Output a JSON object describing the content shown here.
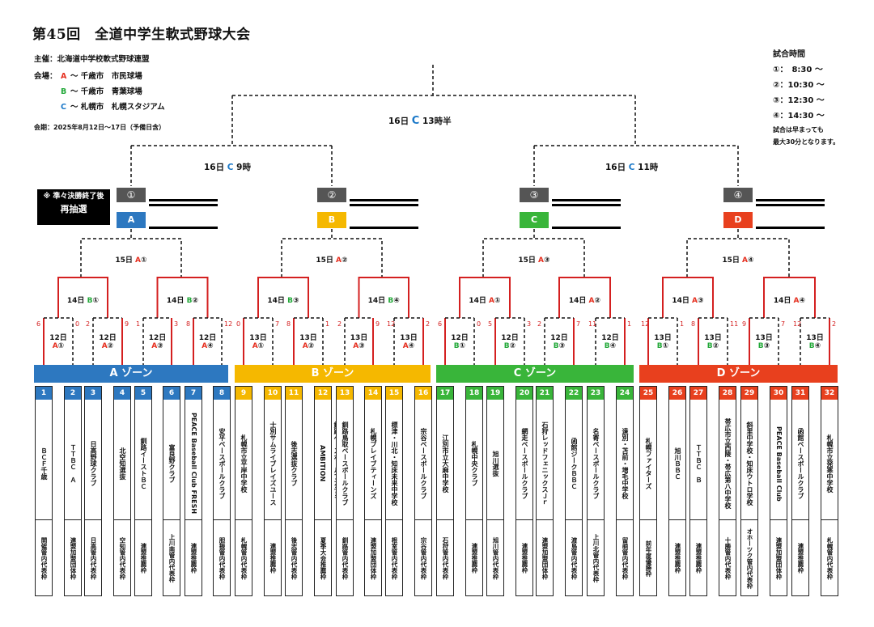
{
  "title": "第45回　全道中学生軟式野球大会",
  "organizer": "主催：北海道中学校軟式野球連盟",
  "venues_label": "会場：",
  "venues": [
    {
      "letter": "A",
      "color": "#e53020",
      "text": "～ 千歳市　市民球場"
    },
    {
      "letter": "B",
      "color": "#22a838",
      "text": "～ 千歳市　青葉球場"
    },
    {
      "letter": "C",
      "color": "#1a78c8",
      "text": "～ 札幌市　札幌スタジアム"
    }
  ],
  "period": "会期：2025年8月12日～17日（予備日含）",
  "schedule": {
    "heading": "試合時間",
    "times": [
      "①：　8:30 ～",
      "②：10:30 ～",
      "③：12:30 ～",
      "④：14:30 ～"
    ],
    "note1": "試合は早まっても",
    "note2": "最大30分となります。"
  },
  "final": {
    "day": "16日",
    "venue": "C",
    "time": "13時半"
  },
  "semis": [
    {
      "day": "16日",
      "venue": "C",
      "time": "9時"
    },
    {
      "day": "16日",
      "venue": "C",
      "time": "11時"
    }
  ],
  "redraw_note": {
    "line1": "※ 準々決勝終了後",
    "line2": "再抽選"
  },
  "slots": [
    {
      "num": "①",
      "zone": "A",
      "color": "#2d78c0"
    },
    {
      "num": "②",
      "zone": "B",
      "color": "#f5b800"
    },
    {
      "num": "③",
      "zone": "C",
      "color": "#39b53a"
    },
    {
      "num": "④",
      "zone": "D",
      "color": "#e8401e"
    }
  ],
  "qf": [
    {
      "day": "15日",
      "venue": "A",
      "slot": "①"
    },
    {
      "day": "15日",
      "venue": "A",
      "slot": "②"
    },
    {
      "day": "15日",
      "venue": "A",
      "slot": "③"
    },
    {
      "day": "15日",
      "venue": "A",
      "slot": "④"
    }
  ],
  "r3": [
    {
      "day": "14日",
      "venue": "B",
      "slot": "①"
    },
    {
      "day": "14日",
      "venue": "B",
      "slot": "②"
    },
    {
      "day": "14日",
      "venue": "B",
      "slot": "③"
    },
    {
      "day": "14日",
      "venue": "B",
      "slot": "④"
    },
    {
      "day": "14日",
      "venue": "A",
      "slot": "①"
    },
    {
      "day": "14日",
      "venue": "A",
      "slot": "②"
    },
    {
      "day": "14日",
      "venue": "A",
      "slot": "③"
    },
    {
      "day": "14日",
      "venue": "A",
      "slot": "④"
    }
  ],
  "r2": [
    {
      "day": "12日",
      "venue": "A",
      "slot": "①"
    },
    {
      "day": "12日",
      "venue": "A",
      "slot": "②"
    },
    {
      "day": "12日",
      "venue": "A",
      "slot": "③"
    },
    {
      "day": "12日",
      "venue": "A",
      "slot": "④"
    },
    {
      "day": "13日",
      "venue": "A",
      "slot": "①"
    },
    {
      "day": "13日",
      "venue": "A",
      "slot": "②"
    },
    {
      "day": "13日",
      "venue": "A",
      "slot": "③"
    },
    {
      "day": "13日",
      "venue": "A",
      "slot": "④"
    },
    {
      "day": "12日",
      "venue": "B",
      "slot": "①"
    },
    {
      "day": "12日",
      "venue": "B",
      "slot": "②"
    },
    {
      "day": "12日",
      "venue": "B",
      "slot": "③"
    },
    {
      "day": "12日",
      "venue": "B",
      "slot": "④"
    },
    {
      "day": "13日",
      "venue": "B",
      "slot": "①"
    },
    {
      "day": "13日",
      "venue": "B",
      "slot": "②"
    },
    {
      "day": "13日",
      "venue": "B",
      "slot": "③"
    },
    {
      "day": "13日",
      "venue": "B",
      "slot": "④"
    }
  ],
  "scores": [
    "6",
    "0",
    "2",
    "9",
    "1",
    "3",
    "8",
    "12",
    "0",
    "7",
    "8",
    "1",
    "2",
    "9",
    "12",
    "2",
    "6",
    "0",
    "5",
    "3",
    "2",
    "7",
    "11",
    "1",
    "12",
    "1",
    "8",
    "11",
    "9",
    "7",
    "12",
    "2"
  ],
  "zones": [
    {
      "label": "A ゾーン",
      "color": "#2d78c0"
    },
    {
      "label": "B ゾーン",
      "color": "#f5b800"
    },
    {
      "label": "C ゾーン",
      "color": "#39b53a"
    },
    {
      "label": "D ゾーン",
      "color": "#e8401e"
    }
  ],
  "teams": [
    {
      "num": "1",
      "name": "ＢＣＦ千歳",
      "quota": "開催管内代表枠"
    },
    {
      "num": "2",
      "name": "ＴＴＢＣ　Ａ",
      "quota": "連盟加盟団体枠"
    },
    {
      "num": "3",
      "name": "日高野球クラブ",
      "quota": "日高管内代表枠"
    },
    {
      "num": "4",
      "name": "北空知選抜",
      "quota": "空知管内代表枠"
    },
    {
      "num": "5",
      "name": "釧路イーストＢＣ",
      "quota": "連盟推薦枠"
    },
    {
      "num": "6",
      "name": "富良野クラブ",
      "quota": "上川南管内代表枠"
    },
    {
      "num": "7",
      "name": "PEACE Baseball Club FRESH",
      "quota": "連盟推薦枠"
    },
    {
      "num": "8",
      "name": "安平ベースボールクラブ",
      "quota": "胆振管内代表枠"
    },
    {
      "num": "9",
      "name": "札幌市立平岸中学校",
      "quota": "札幌管内代表枠"
    },
    {
      "num": "10",
      "name": "士別サムライブレイズユース",
      "quota": "連盟推薦枠"
    },
    {
      "num": "11",
      "name": "後志選抜クラブ",
      "quota": "後志管内代表枠"
    },
    {
      "num": "12",
      "name": "釧路ベースボールアカデミー AMBITION",
      "quota": "夏季大会推薦枠"
    },
    {
      "num": "13",
      "name": "釧路鳥取ベースボールクラブ",
      "quota": "釧路管内代表枠"
    },
    {
      "num": "14",
      "name": "札幌ブレイブティーンズ",
      "quota": "連盟加盟団体枠"
    },
    {
      "num": "15",
      "name": "標津・川北・知床未来中学校",
      "quota": "根室管内代表枠"
    },
    {
      "num": "16",
      "name": "宗谷ベースボールクラブ",
      "quota": "宗谷管内代表枠"
    },
    {
      "num": "17",
      "name": "江別市立大麻中学校",
      "quota": "石狩管内代表枠"
    },
    {
      "num": "18",
      "name": "札幌中央クラブ",
      "quota": "連盟推薦枠"
    },
    {
      "num": "19",
      "name": "旭川選抜",
      "quota": "旭川管内代表枠"
    },
    {
      "num": "20",
      "name": "網走ベースボールクラブ",
      "quota": "連盟推薦枠"
    },
    {
      "num": "21",
      "name": "石狩レッドフェニックスＪｒ",
      "quota": "連盟加盟団体枠"
    },
    {
      "num": "22",
      "name": "函館ジークＢＢＣ",
      "quota": "渡島管内代表枠"
    },
    {
      "num": "23",
      "name": "名寄ベースボールクラブ",
      "quota": "上川北管内代表枠"
    },
    {
      "num": "24",
      "name": "遠別・苫前・増毛中学校",
      "quota": "留萌管内代表枠"
    },
    {
      "num": "25",
      "name": "札幌ファイターズ",
      "quota": "前年度優勝枠"
    },
    {
      "num": "26",
      "name": "旭川ＢＢＣ",
      "quota": "連盟推薦枠"
    },
    {
      "num": "27",
      "name": "ＴＴＢＣ　Ｂ",
      "quota": "連盟推薦枠"
    },
    {
      "num": "28",
      "name": "帯広市立西陵・帯広第八中学校",
      "quota": "十勝管内代表枠"
    },
    {
      "num": "29",
      "name": "斜里中学校・知床ウトロ学校",
      "quota": "オホーツク管内代表枠"
    },
    {
      "num": "30",
      "name": "PEACE Baseball Club",
      "quota": "連盟加盟団体枠"
    },
    {
      "num": "31",
      "name": "函館ベースボールクラブ",
      "quota": "連盟推薦枠"
    },
    {
      "num": "32",
      "name": "札幌市立発寒中学校",
      "quota": "札幌管内代表枠"
    }
  ]
}
